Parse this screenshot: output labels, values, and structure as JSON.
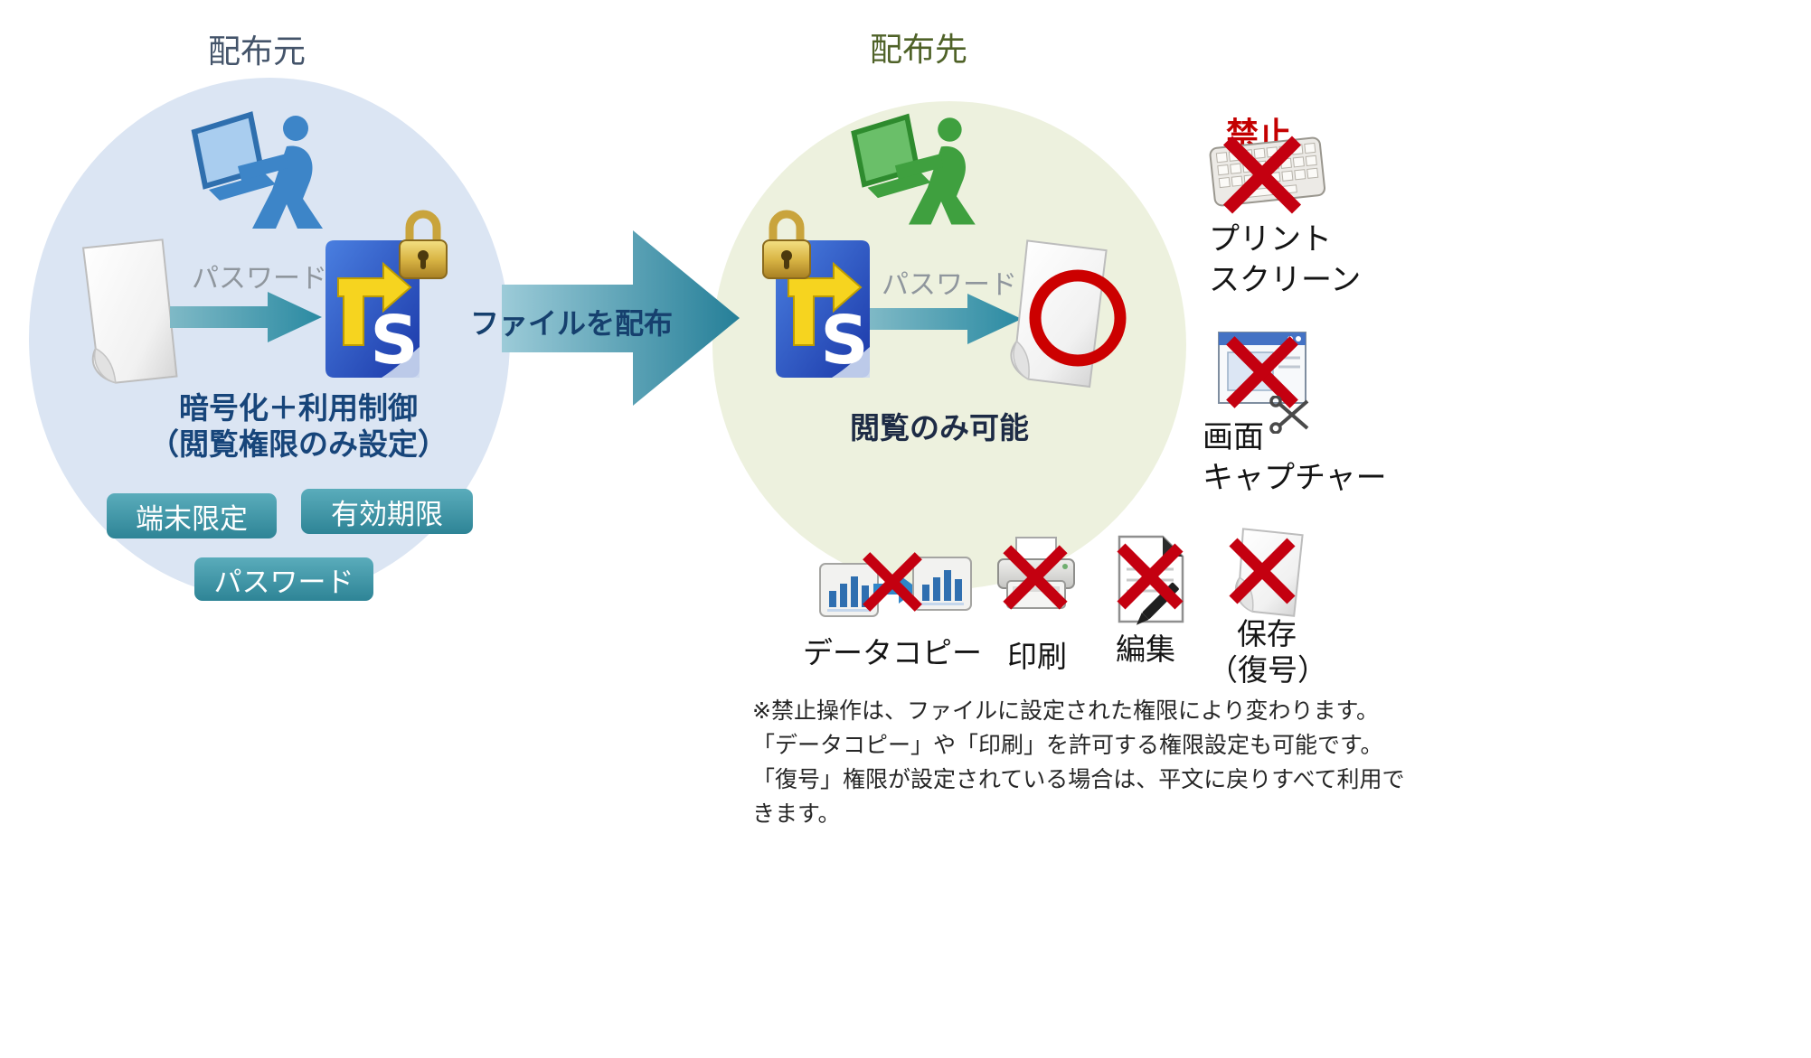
{
  "source": {
    "title": "配布元",
    "password_label": "パスワード",
    "caption_line1": "暗号化＋利用制御",
    "caption_line2": "（閲覧権限のみ設定）",
    "tags": {
      "device": "端末限定",
      "expiry": "有効期限",
      "password": "パスワード"
    }
  },
  "transfer": {
    "label": "ファイルを配布"
  },
  "destination": {
    "title": "配布先",
    "password_label": "パスワード",
    "caption": "閲覧のみ可能"
  },
  "logo": {
    "letter": "S"
  },
  "prohibited": {
    "title": "禁止",
    "print_screen_line1": "プリント",
    "print_screen_line2": "スクリーン",
    "screen_capture_line1": "画面",
    "screen_capture_line2": "キャプチャー"
  },
  "actions": {
    "data_copy": "データコピー",
    "print": "印刷",
    "edit": "編集",
    "save_line1": "保存",
    "save_line2": "（復号）"
  },
  "note": {
    "line1": "※禁止操作は、ファイルに設定された権限により変わります。",
    "line2": "「データコピー」や「印刷」を許可する権限設定も可能です。",
    "line3": "「復号」権限が設定されている場合は、平文に戻りすべて利用で",
    "line4": "きます。"
  },
  "colors": {
    "accent_teal": "#2e8fa8",
    "prohibit_red": "#c40010",
    "source_circle": "#dbe5f3",
    "destination_circle": "#edf1de",
    "caption_blue": "#17457a",
    "gold_lock": "#d9b545",
    "ts_blue": "#2a4fc0"
  }
}
